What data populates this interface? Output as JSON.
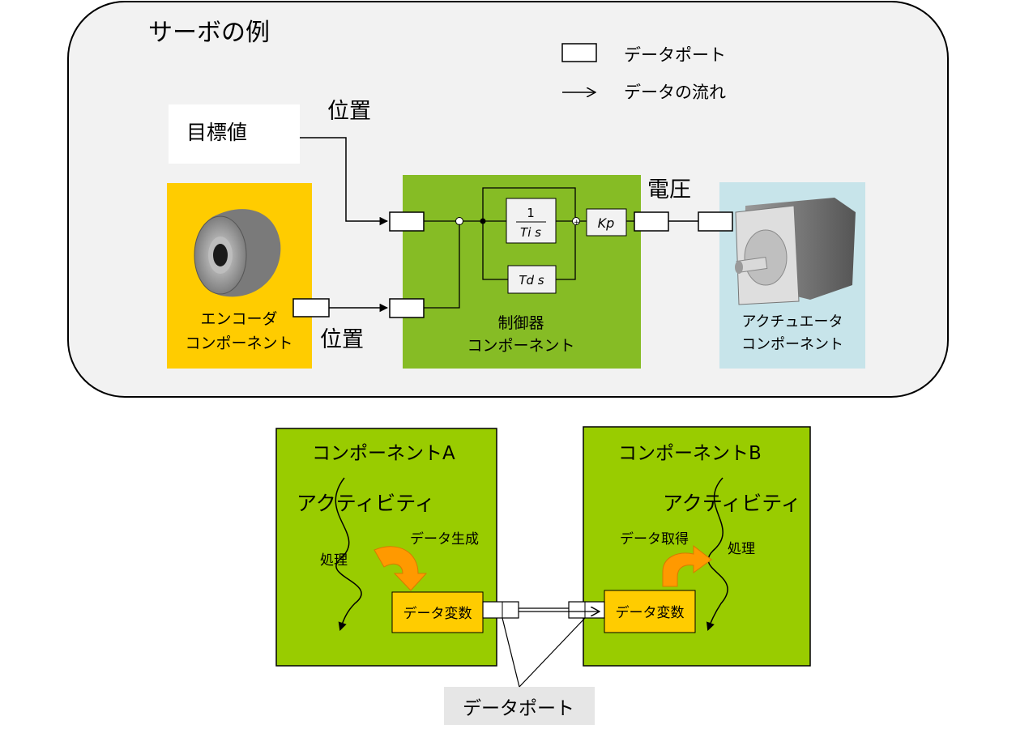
{
  "servo": {
    "title": "サーボの例",
    "legend": {
      "port_label": "データポート",
      "flow_label": "データの流れ"
    },
    "target_label": "目標値",
    "position_top": "位置",
    "position_bottom": "位置",
    "voltage_label": "電圧",
    "encoder": {
      "line1": "エンコーダ",
      "line2": "コンポーネント"
    },
    "controller": {
      "line1": "制御器",
      "line2": "コンポーネント",
      "integral_num": "1",
      "integral_den": "Ti s",
      "derivative": "Td s",
      "gain": "Kp",
      "minus_sign": "-",
      "plus_sign": "+"
    },
    "actuator": {
      "line1": "アクチュエータ",
      "line2": "コンポーネント"
    },
    "colors": {
      "panel": "#f2f2f2",
      "encoder": "#ffcc00",
      "controller": "#86bc25",
      "actuator": "#c7e4ea"
    }
  },
  "components": {
    "a": {
      "title": "コンポーネントA",
      "activity": "アクティビティ",
      "process": "処理",
      "data_gen": "データ生成",
      "variable": "データ変数"
    },
    "b": {
      "title": "コンポーネントB",
      "activity": "アクティビティ",
      "process": "処理",
      "data_get": "データ取得",
      "variable": "データ変数"
    },
    "port_callout": "データポート",
    "colors": {
      "component": "#99cc00",
      "variable": "#ffcc00",
      "arrow": "#ff9900",
      "callout": "#e6e6e6"
    }
  }
}
